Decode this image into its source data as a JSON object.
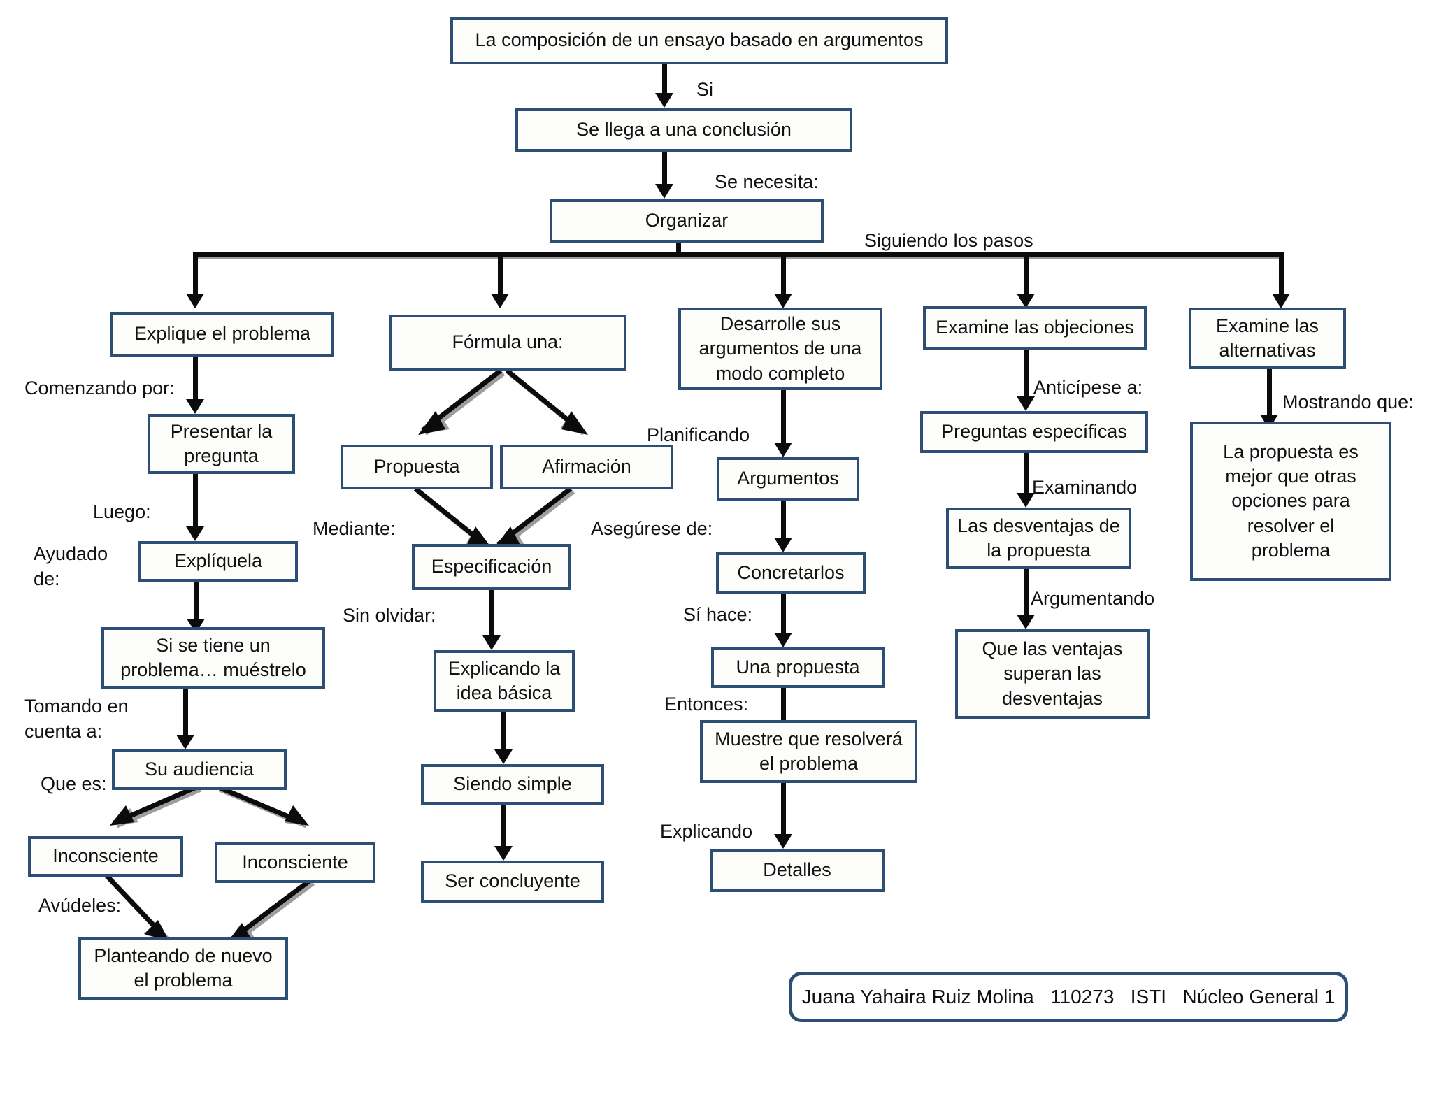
{
  "document": {
    "title": "La composición de un ensayo basado en argumentos",
    "kind": "concept-map"
  },
  "nodes": {
    "root": "La composición de un ensayo basado en argumentos",
    "conclusion": "Se llega a una conclusión",
    "organizar": "Organizar",
    "col1": {
      "head": "Explique el problema",
      "n1": "Presentar la\npregunta",
      "n2": "Explíquela",
      "n3": "Si se tiene un\nproblema… muéstrelo",
      "n4": "Su audiencia",
      "n5a": "Inconsciente",
      "n5b": "Inconsciente",
      "n6": "Planteando de nuevo\nel problema"
    },
    "col2": {
      "head": "Fórmula una:",
      "n1a": "Propuesta",
      "n1b": "Afirmación",
      "n2": "Especificación",
      "n3": "Explicando la\nidea básica",
      "n4": "Siendo simple",
      "n5": "Ser concluyente"
    },
    "col3": {
      "head": "Desarrolle sus\nargumentos de una\nmodo completo",
      "n1": "Argumentos",
      "n2": "Concretarlos",
      "n3": "Una propuesta",
      "n4": "Muestre que resolverá\nel problema",
      "n5": "Detalles"
    },
    "col4": {
      "head": "Examine las objeciones",
      "n1": "Preguntas específicas",
      "n2": "Las desventajas de\nla propuesta",
      "n3": "Que las ventajas\nsuperan las\ndesventajas"
    },
    "col5": {
      "head": "Examine las\nalternativas",
      "n1": "La propuesta es\nmejor que otras\nopciones para\nresolver el\nproblema"
    }
  },
  "edge_labels": {
    "si": "Si",
    "se_necesita": "Se necesita:",
    "siguiendo_los_pasos": "Siguiendo los pasos",
    "comenzando_por": "Comenzando por:",
    "luego": "Luego:",
    "ayudado_de": "Ayudado\nde:",
    "tomando_en_cuenta_a": "Tomando en\ncuenta a:",
    "que_es": "Que es:",
    "ayudeles": "Avúdeles:",
    "mediante": "Mediante:",
    "asegurese_de": "Asegúrese de:",
    "sin_olvidar": "Sin olvidar:",
    "planificando": "Planificando",
    "si_hace": "Sí hace:",
    "entonces": "Entonces:",
    "explicando": "Explicando",
    "anticipese_a": "Anticípese a:",
    "examinando": "Examinando",
    "argumentando": "Argumentando",
    "mostrando_que": "Mostrando que:"
  },
  "footer": {
    "credit": "Juana Yahaira Ruiz Molina   110273   ISTI   Núcleo General 1"
  },
  "colors": {
    "box_border": "#2d4f76",
    "arrow": "#0b0b0b",
    "arrow_shadow": "#9d9d9d",
    "background": "#ffffff",
    "text": "#111111"
  }
}
